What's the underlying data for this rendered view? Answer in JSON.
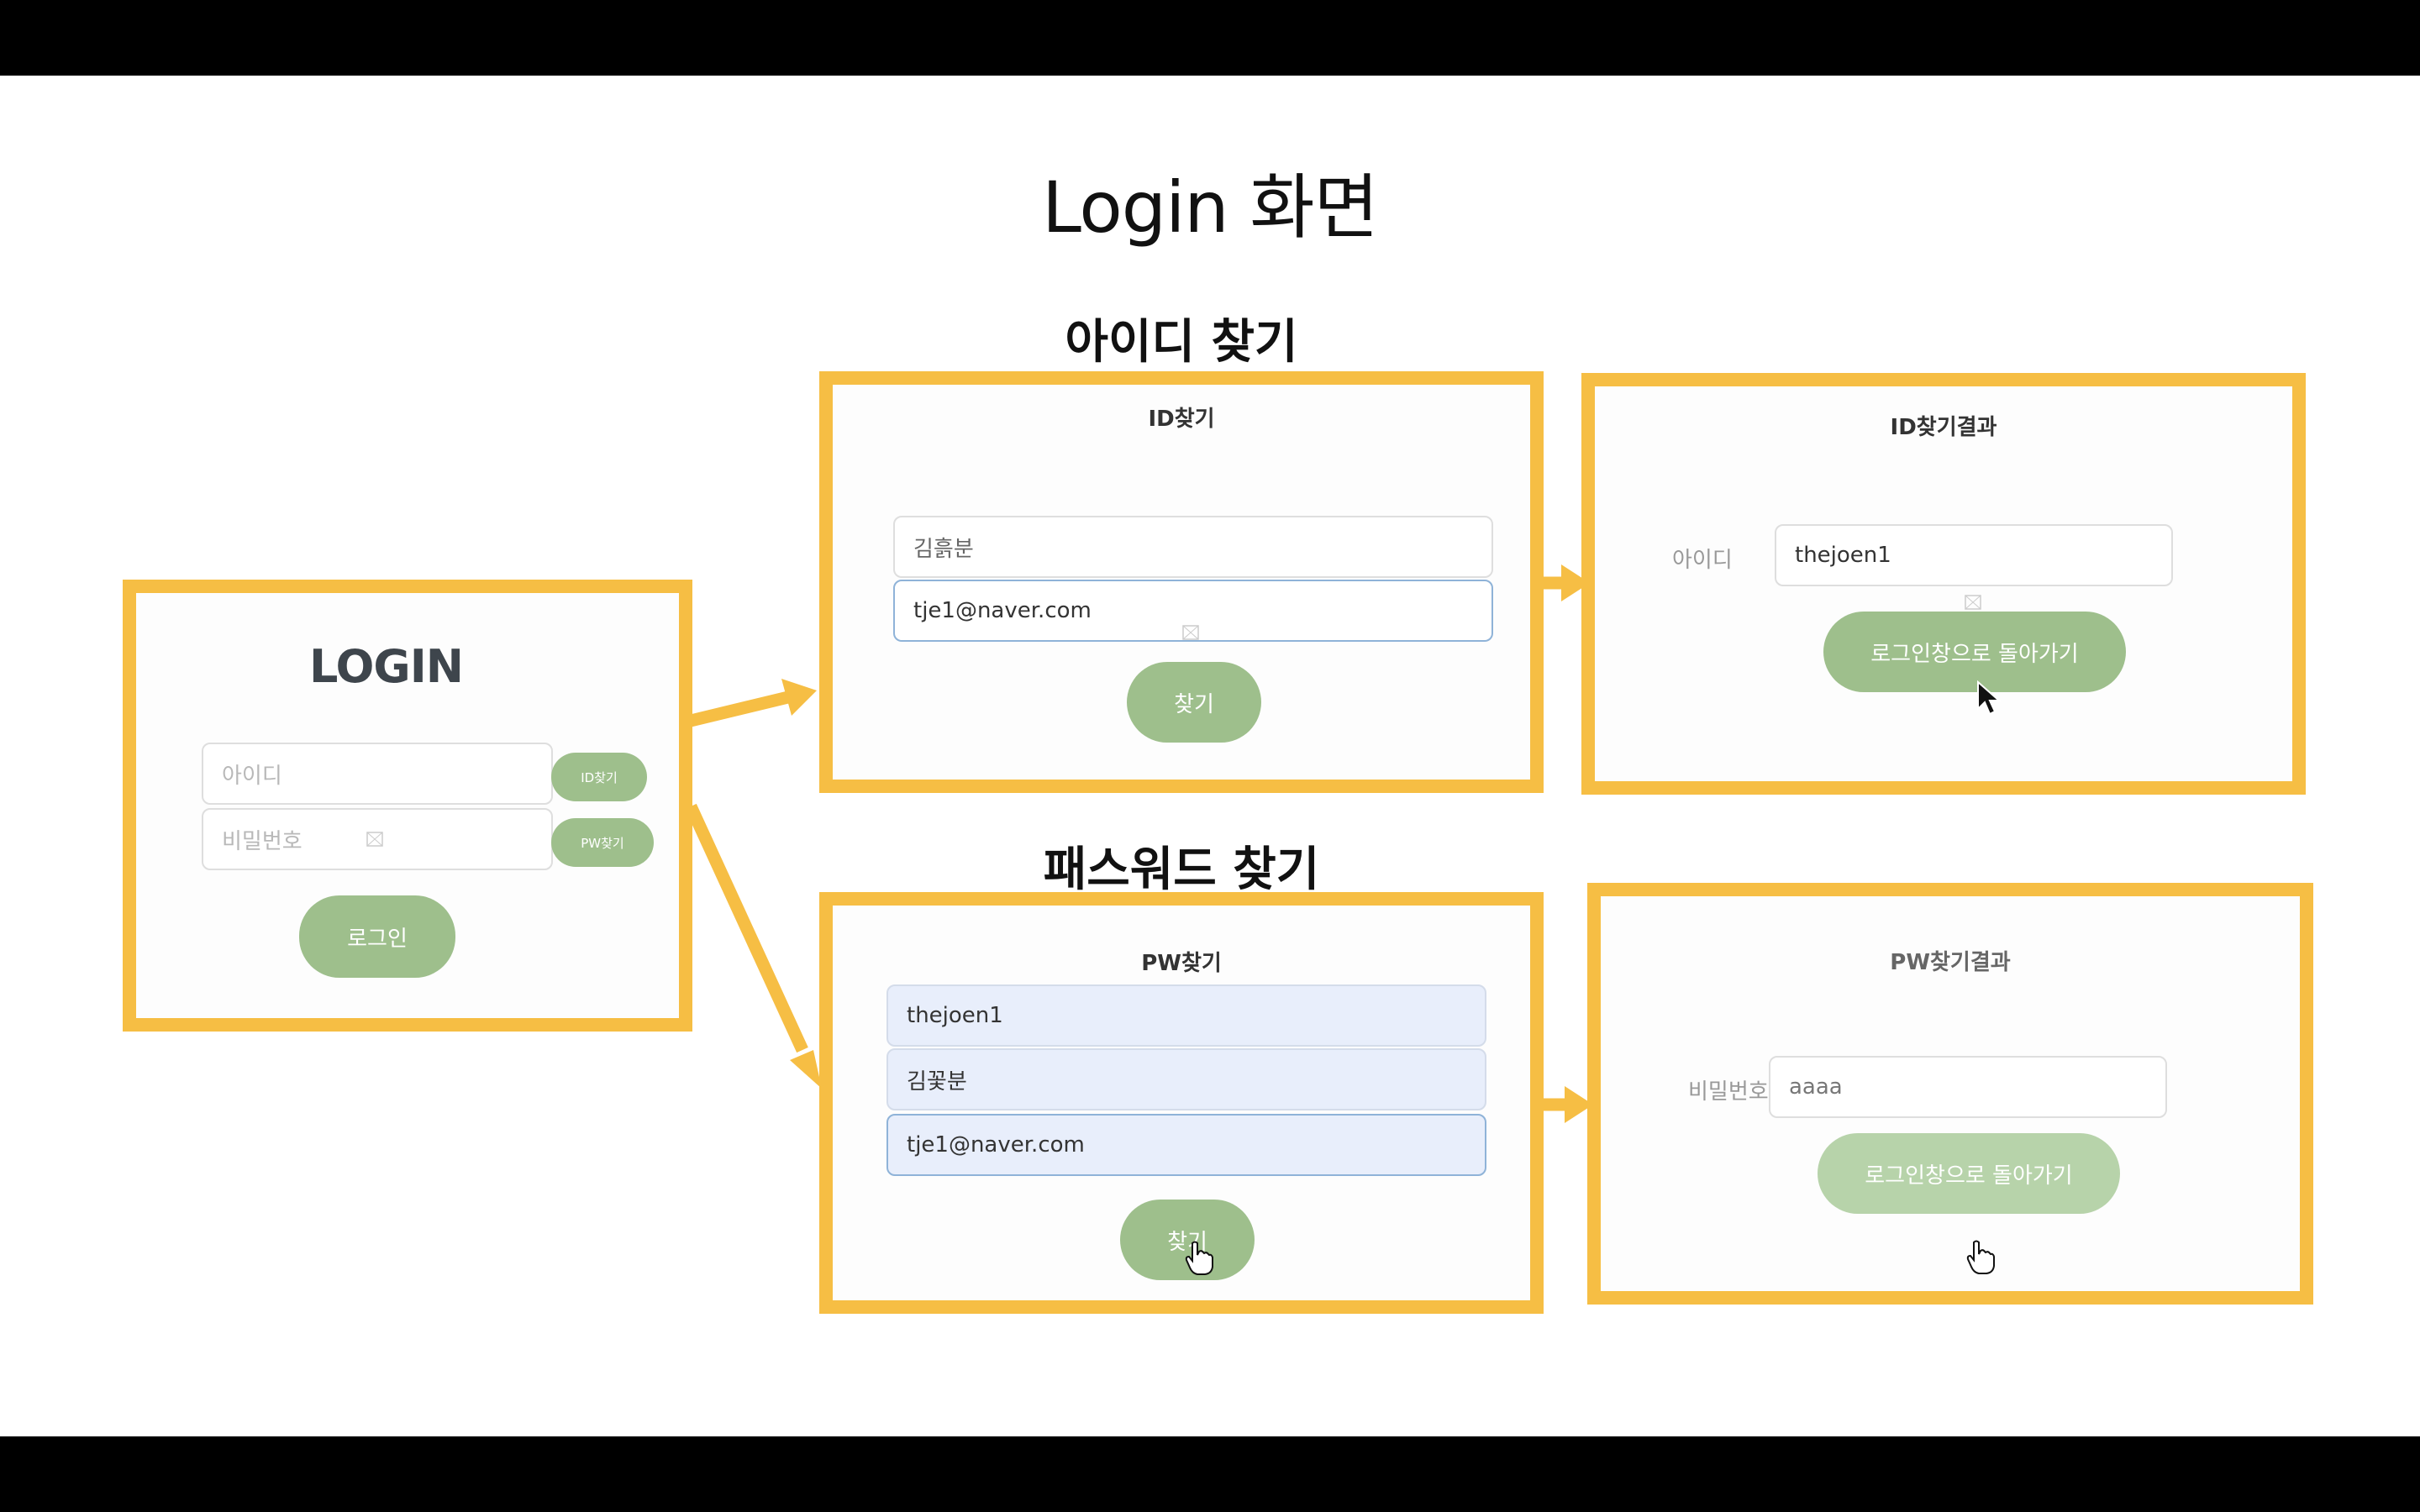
{
  "slide_title": "Login 화면",
  "sections": {
    "find_id": "아이디 찾기",
    "find_pw": "패스워드 찾기"
  },
  "login_panel": {
    "heading": "LOGIN",
    "id_placeholder": "아이디",
    "pw_placeholder": "비밀번호",
    "find_id_button": "ID찾기",
    "find_pw_button": "PW찾기",
    "login_button": "로그인"
  },
  "find_id_panel": {
    "heading": "ID찾기",
    "name_value": "김흙분",
    "email_value": "tje1@naver.com",
    "search_button": "찾기"
  },
  "id_result_panel": {
    "heading": "ID찾기결과",
    "field_label": "아이디",
    "field_value": "thejoen1",
    "back_button": "로그인창으로 돌아가기"
  },
  "find_pw_panel": {
    "heading": "PW찾기",
    "id_value": "thejoen1",
    "name_value": "김꽃분",
    "email_value": "tje1@naver.com",
    "search_button": "찾기"
  },
  "pw_result_panel": {
    "heading": "PW찾기결과",
    "field_label": "비밀번호",
    "field_value": "aaaa",
    "back_button": "로그인창으로 돌아가기"
  },
  "colors": {
    "panel_border": "#f6be44",
    "button_green": "#9ebf8c",
    "button_green_faded": "#b7d3aa",
    "autofill_blue": "#e8eefb"
  }
}
